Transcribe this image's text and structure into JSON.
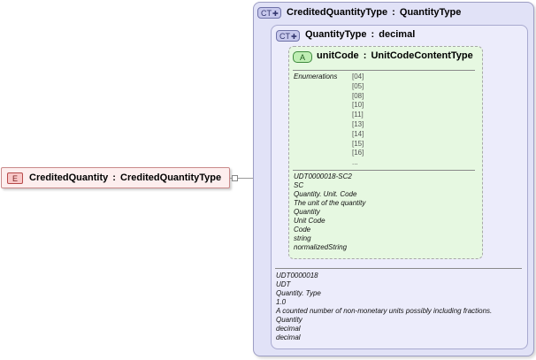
{
  "element": {
    "badge": "E",
    "name": "CreditedQuantity",
    "separator": ":",
    "type": "CreditedQuantityType"
  },
  "outer_type": {
    "badge": "CT",
    "name": "CreditedQuantityType",
    "separator": ":",
    "base": "QuantityType"
  },
  "inner_type": {
    "badge": "CT",
    "name": "QuantityType",
    "separator": ":",
    "base": "decimal",
    "annotation": [
      "UDT0000018",
      "UDT",
      "Quantity. Type",
      "1.0",
      "A counted number of non-monetary units possibly including fractions.",
      "Quantity",
      "decimal",
      "decimal"
    ]
  },
  "attribute": {
    "badge": "A",
    "name": "unitCode",
    "separator": ":",
    "type": "UnitCodeContentType",
    "enumerations_label": "Enumerations",
    "enumerations": [
      "[04]",
      "[05]",
      "[08]",
      "[10]",
      "[11]",
      "[13]",
      "[14]",
      "[15]",
      "[16]",
      "..."
    ],
    "annotation": [
      "UDT0000018-SC2",
      "SC",
      "Quantity. Unit. Code",
      "The unit of the quantity",
      "Quantity",
      "Unit Code",
      "Code",
      "string",
      "normalizedString"
    ]
  },
  "colors": {
    "element_fill": "#fdeeee",
    "complex_type_fill": "#e1e2f7",
    "attribute_fill": "#e6f8e1"
  }
}
